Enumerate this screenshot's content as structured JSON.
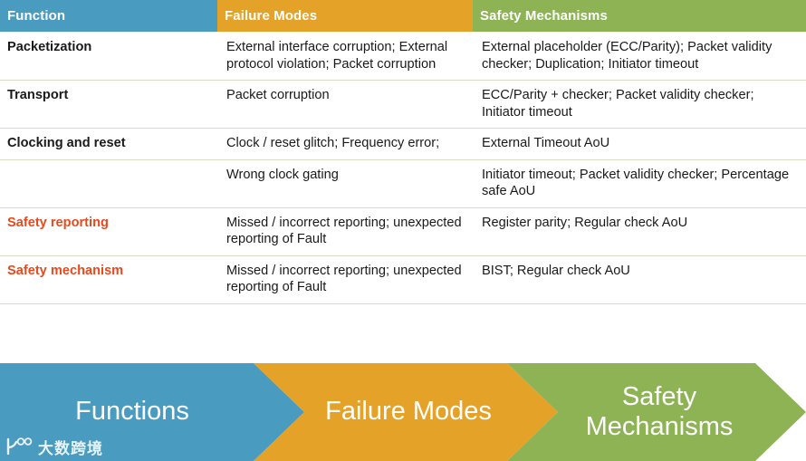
{
  "table": {
    "columns": [
      {
        "key": "function",
        "label": "Function",
        "header_color": "#4a9bc0"
      },
      {
        "key": "failure_modes",
        "label": "Failure Modes",
        "header_color": "#e5a229"
      },
      {
        "key": "safety_mechanisms",
        "label": "Safety Mechanisms",
        "header_color": "#8db355"
      }
    ],
    "accent_text_color": "#e8491d",
    "rows": [
      {
        "function": "Packetization",
        "function_accent": false,
        "failure_modes": "External interface corruption; External protocol violation; Packet corruption",
        "safety_mechanisms": "External placeholder (ECC/Parity); Packet validity checker; Duplication; Initiator timeout"
      },
      {
        "function": "Transport",
        "function_accent": false,
        "failure_modes": "Packet corruption",
        "safety_mechanisms": "ECC/Parity + checker; Packet validity checker; Initiator timeout"
      },
      {
        "function": "Clocking and reset",
        "function_accent": false,
        "failure_modes": "Clock / reset glitch; Frequency error;",
        "safety_mechanisms": "External Timeout AoU"
      },
      {
        "function": "",
        "function_accent": false,
        "continuation": true,
        "failure_modes": "Wrong clock gating",
        "safety_mechanisms": "Initiator timeout; Packet validity checker; Percentage safe AoU"
      },
      {
        "function": "Safety reporting",
        "function_accent": true,
        "failure_modes": "Missed / incorrect reporting; unexpected reporting of Fault",
        "safety_mechanisms": "Register parity; Regular check AoU"
      },
      {
        "function": "Safety mechanism",
        "function_accent": true,
        "failure_modes": "Missed / incorrect reporting; unexpected reporting of Fault",
        "safety_mechanisms": "BIST; Regular check AoU"
      }
    ]
  },
  "banner": {
    "steps": [
      {
        "label": "Functions",
        "color": "#4a9bc0"
      },
      {
        "label": "Failure Modes",
        "color": "#e5a229"
      },
      {
        "label": "Safety Mechanisms",
        "color": "#8db355"
      }
    ]
  },
  "watermark": {
    "text": "大数跨境"
  }
}
